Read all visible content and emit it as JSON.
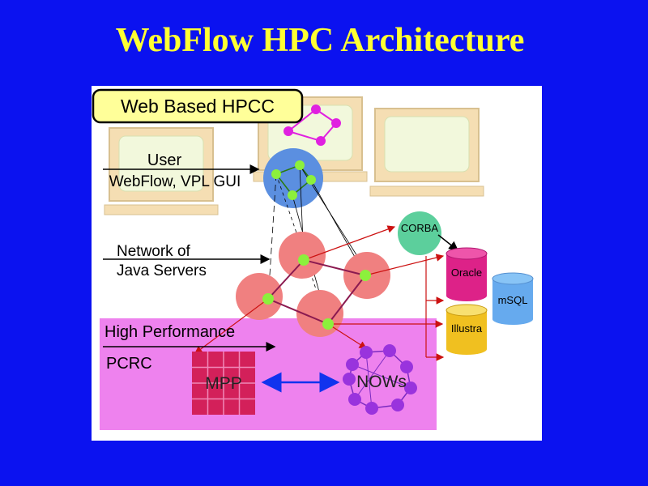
{
  "title": "WebFlow HPC Architecture",
  "labels": {
    "web_based_hpcc": "Web Based HPCC",
    "user": "User",
    "webflow_gui": "WebFlow, VPL GUI",
    "network_line1": "Network of",
    "network_line2": "Java Servers",
    "high_performance": "High Performance",
    "pcrc": "PCRC",
    "mpp": "MPP",
    "nows": "NOWs",
    "corba": "CORBA",
    "oracle": "Oracle",
    "msql": "mSQL",
    "illustra": "Illustra"
  },
  "colors": {
    "background": "#0b12f0",
    "title": "#ffff33",
    "hpcc_box": "#ffff99",
    "monitor": "#f5deb3",
    "screen": "#f2f8dc",
    "user_circle": "#5b8fe0",
    "server": "#f08080",
    "node": "#8cf03c",
    "high_perf_area": "#ee82ee",
    "mpp_grid": "#d3205a",
    "nows_node": "#9933dd",
    "corba": "#5ccf9c",
    "oracle": "#dd2288",
    "msql": "#66aaee",
    "illustra": "#f0c020",
    "arrow": "#cc1111"
  }
}
